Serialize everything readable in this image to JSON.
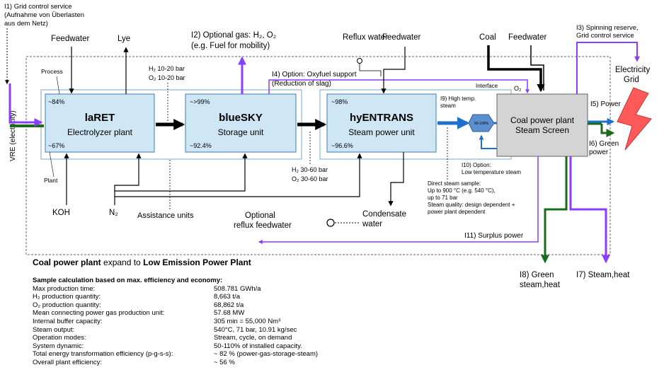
{
  "labels": {
    "i1": "I1) Grid control service",
    "i1_sub1": "(Aufnahme von Überlasten",
    "i1_sub2": "aus dem Netz)",
    "vre": "VRE (electricity)",
    "feedwater1": "Feedwater",
    "lye": "Lye",
    "i2": "I2) Optional gas: H₂, O₂",
    "i2_sub": "(e.g. Fuel for mobility)",
    "reflux_water": "Reflux water",
    "feedwater2": "Feedwater",
    "coal": "Coal",
    "feedwater3": "Feedwater",
    "i3": "I3) Spinning reserve,",
    "i3_sub": "Grid control service",
    "electricity_grid1": "Electricity",
    "electricity_grid2": "Grid",
    "process": "Process",
    "h2_pressure1": "H₂ 10-20 bar",
    "o2_pressure1": "O₂ 10-20 bar",
    "i4": "I4) Option: Oxyfuel support",
    "i4_sub": "(Reduction of slag)",
    "interface": "Interface",
    "o2": "O₂",
    "i5": "I5) Power",
    "i6": "I6) Green",
    "i6_sub": "power",
    "i9": "I9) High temp.",
    "i9_sub": "steam",
    "i10": "I10) Option:",
    "i10_sub": "Low temperature steam",
    "valve": "60-100%",
    "direct_steam": [
      "Direct steam sample:",
      "Up to 900 °C (e.g. 540 °C),",
      "up to 71 bar",
      "Steam quality: design dependent +",
      "power plant dependent"
    ],
    "plant": "Plant",
    "koh": "KOH",
    "n2": "N₂",
    "assistance": "Assistance units",
    "h2_pressure2": "H₂ 30-60 bar",
    "o2_pressure2": "O₂ 30-60 bar",
    "optional_reflux1": "Optional",
    "optional_reflux2": "reflux feedwater",
    "condensate1": "Condensate",
    "condensate2": "water",
    "i11": "I11) Surplus power",
    "i8": "I8) Green",
    "i8_sub": "steam,heat",
    "i7": "I7) Steam,heat"
  },
  "boxes": {
    "laret": {
      "name": "laRET",
      "sub": "Electrolyzer plant",
      "top": "~84%",
      "bottom": "~67%"
    },
    "bluesky": {
      "name": "blueSKY",
      "sub": "Storage unit",
      "top": "~>99%",
      "bottom": "~92.4%"
    },
    "hyentrans": {
      "name": "hyENTRANS",
      "sub": "Steam power unit",
      "top": "~98%",
      "bottom": "~96.6%"
    },
    "coal_plant": {
      "name": "Coal power plant",
      "sub": "Steam Screen"
    }
  },
  "headline": {
    "part1": "Coal power plant",
    "part2": " expand to ",
    "part3": "Low Emission Power Plant"
  },
  "summary": {
    "title": "Sample calculation based on max. efficiency and economy:",
    "rows": [
      {
        "k": "Max production time:",
        "v": "508.781 GWh/a"
      },
      {
        "k": "H₂ production quantity:",
        "v": "8,663 t/a"
      },
      {
        "k": "O₂ production quantity:",
        "v": "68,862 t/a"
      },
      {
        "k": "Mean connecting power gas production unit:",
        "v": "57.68 MW"
      },
      {
        "k": "Internal buffer capacity:",
        "v": "305 min = 55,000 Nm³"
      },
      {
        "k": "Steam output:",
        "v": "540°C, 71 bar, 10.91 kg/sec"
      },
      {
        "k": "Operation modes:",
        "v": "Stream, cycle, on demand"
      },
      {
        "k": "System dynamic:",
        "v": "50-110% of installed capacity."
      },
      {
        "k": "Total energy transformation efficiency (p-g-s-s):",
        "v": "~ 82 % (power-gas-storage-steam)"
      },
      {
        "k": "Overall plant efficiency:",
        "v": "~ 56 %"
      }
    ]
  },
  "colors": {
    "purple": "#8b3dff",
    "green": "#1a6b1a",
    "blue": "#1f6fd1",
    "box": "#cfe6f5",
    "red": "#ff5a5a"
  }
}
